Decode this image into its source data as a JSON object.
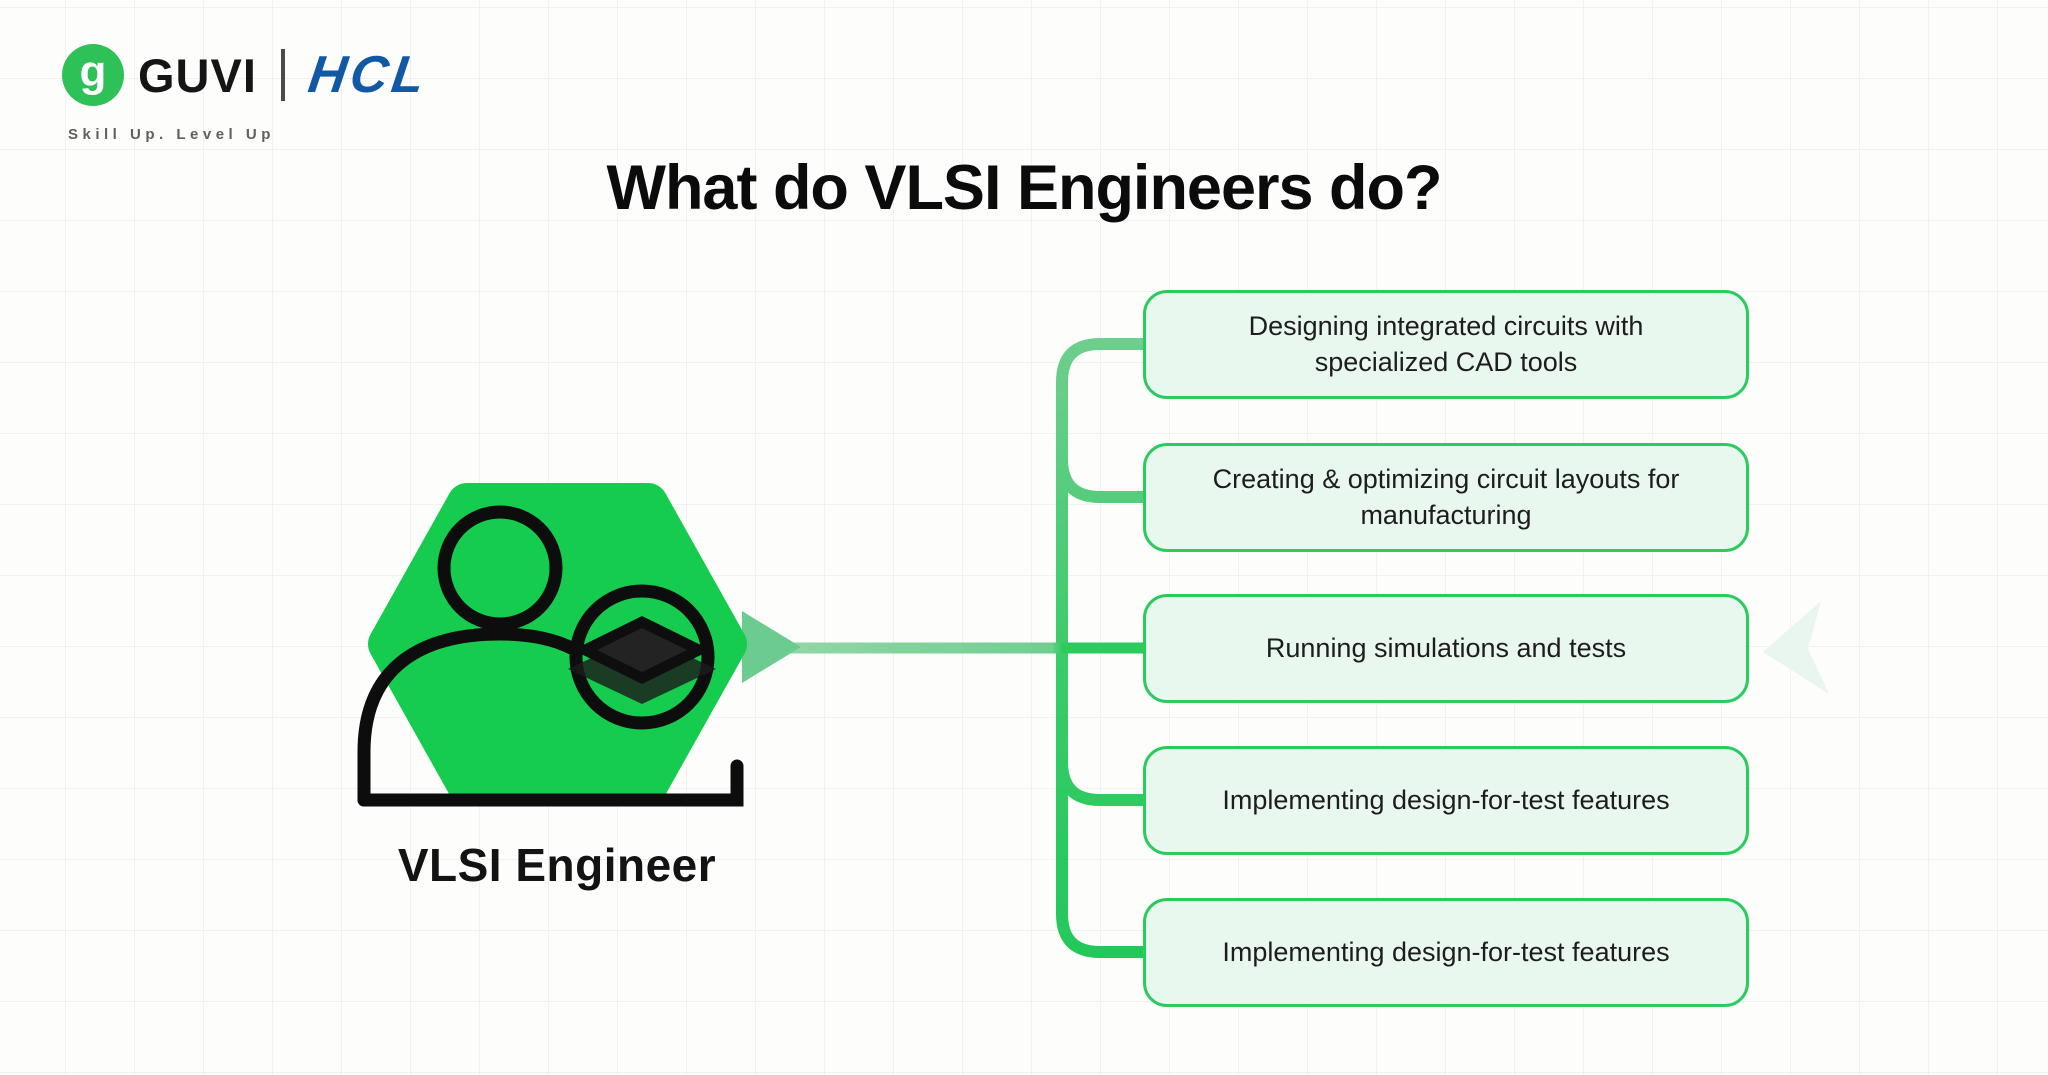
{
  "brand": {
    "guvi_label": "GUVI",
    "guvi_glyph": "g",
    "hcl_label": "HCL",
    "tagline": "Skill Up. Level Up"
  },
  "title": "What do VLSI Engineers do?",
  "diagram": {
    "center_label": "VLSI Engineer",
    "tasks": [
      {
        "label": "Designing integrated circuits with specialized CAD tools"
      },
      {
        "label": "Creating & optimizing circuit layouts for manufacturing"
      },
      {
        "label": "Running simulations and tests"
      },
      {
        "label": "Implementing design-for-test features"
      },
      {
        "label": "Implementing design-for-test features"
      }
    ]
  },
  "colors": {
    "hexagon_green": "#15cc4f",
    "connector_green": "#2bcb5e",
    "connector_light_green": "#8fd4a5",
    "box_fill": "#e9f8ef",
    "box_border": "#2bcb5e",
    "hcl_blue": "#1159a5",
    "guvi_circle_green": "#2ec158",
    "watermark_mint": "#e9f6ef"
  }
}
